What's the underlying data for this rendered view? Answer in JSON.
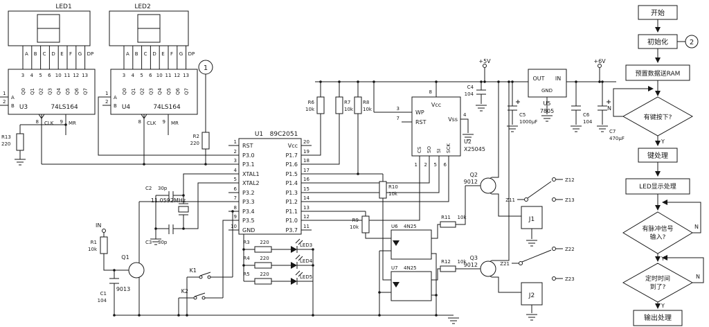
{
  "meta": {
    "circled_1": "1",
    "circled_2": "2"
  },
  "displays": {
    "led1": "LED1",
    "led2": "LED2",
    "segments": [
      "A",
      "B",
      "C",
      "D",
      "E",
      "F",
      "G",
      "DP"
    ]
  },
  "u3": {
    "ref": "U3",
    "part": "74LS164",
    "q": [
      "Q0",
      "Q1",
      "Q2",
      "Q3",
      "Q4",
      "Q5",
      "Q6",
      "Q7"
    ],
    "qpins": [
      "3",
      "4",
      "5",
      "6",
      "10",
      "11",
      "12",
      "13"
    ],
    "a": "A",
    "b": "B",
    "p1": "1",
    "p2": "2",
    "p8": "8",
    "clk": "CLK",
    "p9": "9",
    "mr": "MR"
  },
  "u4": {
    "ref": "U4",
    "part": "74LS164",
    "q": [
      "Q0",
      "Q1",
      "Q2",
      "Q3",
      "Q4",
      "Q5",
      "Q6",
      "Q7"
    ],
    "qpins": [
      "3",
      "4",
      "5",
      "6",
      "10",
      "11",
      "12",
      "13"
    ],
    "a": "A",
    "b": "B",
    "p1": "1",
    "p2": "2",
    "p8": "8",
    "clk": "CLK",
    "p9": "9",
    "mr": "MR"
  },
  "u1": {
    "ref": "U1",
    "part": "89C2051",
    "left": [
      {
        "n": "1",
        "l": "RST"
      },
      {
        "n": "2",
        "l": "P3.0"
      },
      {
        "n": "3",
        "l": "P3.1"
      },
      {
        "n": "4",
        "l": "XTAL1"
      },
      {
        "n": "5",
        "l": "XTAL2"
      },
      {
        "n": "6",
        "l": "P3.2"
      },
      {
        "n": "7",
        "l": "P3.3"
      },
      {
        "n": "8",
        "l": "P3.4"
      },
      {
        "n": "9",
        "l": "P3.5"
      },
      {
        "n": "10",
        "l": "GND"
      }
    ],
    "right": [
      {
        "n": "20",
        "l": "Vcc"
      },
      {
        "n": "19",
        "l": "P1.7"
      },
      {
        "n": "18",
        "l": "P1.6"
      },
      {
        "n": "17",
        "l": "P1.5"
      },
      {
        "n": "16",
        "l": "P1.4"
      },
      {
        "n": "15",
        "l": "P1.3"
      },
      {
        "n": "14",
        "l": "P1.2"
      },
      {
        "n": "13",
        "l": "P1.1"
      },
      {
        "n": "12",
        "l": "P1.0"
      },
      {
        "n": "11",
        "l": "P3.7"
      }
    ]
  },
  "u2": {
    "ref": "U2",
    "part": "X25045",
    "vcc": "Vcc",
    "vcc_pin": "8",
    "wp": "WP",
    "wp_pin": "3",
    "rst": "RST",
    "rst_pin": "7",
    "vss": "Vss",
    "vss_pin": "4",
    "bottom": [
      {
        "n": "1",
        "l": "CS"
      },
      {
        "n": "2",
        "l": "SO"
      },
      {
        "n": "5",
        "l": "SI"
      },
      {
        "n": "6",
        "l": "SCK"
      }
    ]
  },
  "u5": {
    "ref": "U5",
    "part": "7805",
    "out": "OUT",
    "in": "IN",
    "gnd": "GND"
  },
  "u6": {
    "ref": "U6",
    "part": "4N25"
  },
  "u7": {
    "ref": "U7",
    "part": "4N25"
  },
  "resistors": {
    "r1": {
      "ref": "R1",
      "val": "10k"
    },
    "r2": {
      "ref": "R2",
      "val": "220"
    },
    "r3": {
      "ref": "R3",
      "val": "220"
    },
    "r4": {
      "ref": "R4",
      "val": "220"
    },
    "r5": {
      "ref": "R5",
      "val": "220"
    },
    "r6": {
      "ref": "R6",
      "val": "10k"
    },
    "r7": {
      "ref": "R7",
      "val": "10k"
    },
    "r8": {
      "ref": "R8",
      "val": "10k"
    },
    "r9": {
      "ref": "R9",
      "val": "10k"
    },
    "r10": {
      "ref": "R10",
      "val": "10k"
    },
    "r11": {
      "ref": "R11",
      "val": "10k"
    },
    "r12": {
      "ref": "R12",
      "val": "10k"
    },
    "r13": {
      "ref": "R13",
      "val": "220"
    }
  },
  "capacitors": {
    "c1": {
      "ref": "C1",
      "val": "104"
    },
    "c2": {
      "ref": "C2",
      "val": "30p"
    },
    "c3": {
      "ref": "C3",
      "val": "30p"
    },
    "c4": {
      "ref": "C4",
      "val": "104"
    },
    "c5": {
      "ref": "C5",
      "val": "1000μF"
    },
    "c6": {
      "ref": "C6",
      "val": "104"
    },
    "c7": {
      "ref": "C7",
      "val": "470μF"
    }
  },
  "transistors": {
    "q1": {
      "ref": "Q1",
      "val": "9013"
    },
    "q2": {
      "ref": "Q2",
      "val": "9012"
    },
    "q3": {
      "ref": "Q3",
      "val": "9012"
    }
  },
  "crystal": "11.0592MHz",
  "leds": [
    "LED3",
    "LED4",
    "LED5"
  ],
  "keys": {
    "k1": "K1",
    "k2": "K2"
  },
  "input_label": "IN",
  "power": {
    "p5": "+5V",
    "p6": "+6V"
  },
  "terminals": {
    "z11": "Z11",
    "z12": "Z12",
    "z13": "Z13",
    "z21": "Z21",
    "z22": "Z22",
    "z23": "Z23"
  },
  "relays": {
    "j1": "J1",
    "j2": "J2"
  },
  "flowchart": {
    "start": "开始",
    "init": "初始化",
    "preset": "预置数据送RAM",
    "key_q": "有键按下?",
    "key_proc": "键处理",
    "led_proc": "LED显示处理",
    "pulse_q_line1": "有脉冲信号",
    "pulse_q_line2": "输入?",
    "timer_q_line1": "定时时间",
    "timer_q_line2": "到了?",
    "out_proc": "输出处理",
    "yes": "Y",
    "no": "N"
  }
}
